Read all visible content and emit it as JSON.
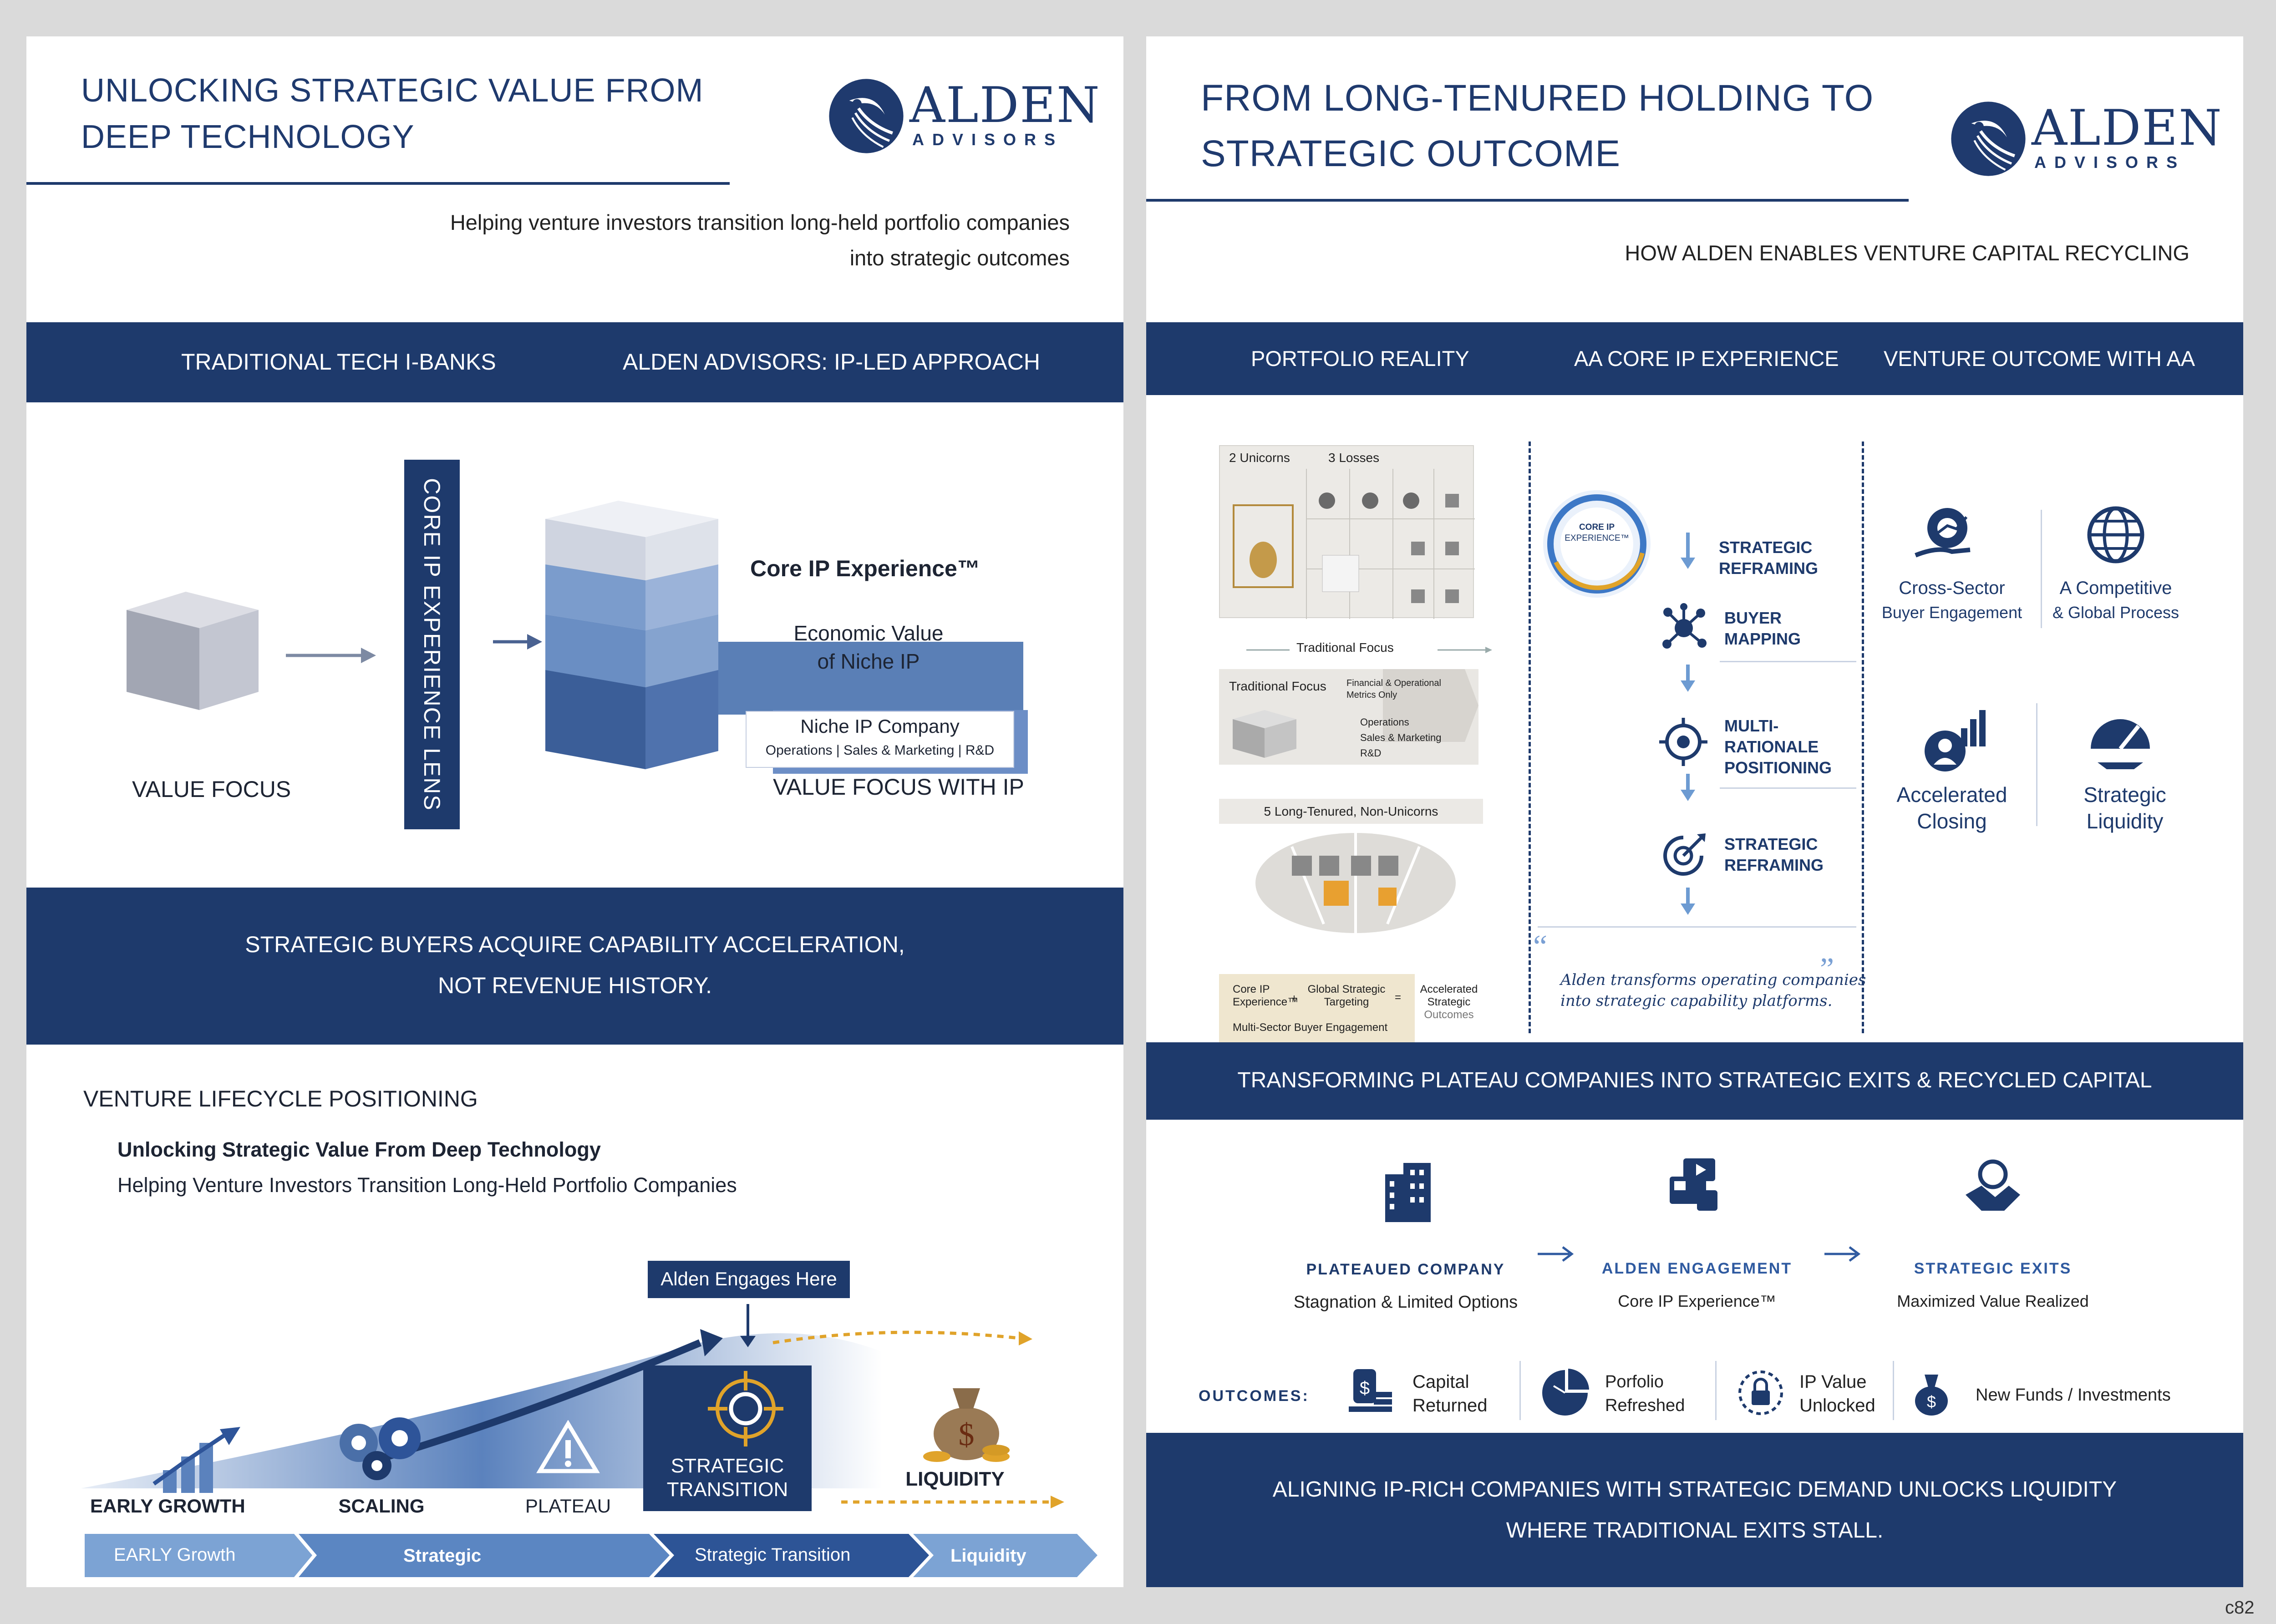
{
  "left_panel": {
    "title": "UNLOCKING STRATEGIC VALUE FROM\nDEEP TECHNOLOGY",
    "logo": {
      "name": "ALDEN",
      "sub": "ADVISORS"
    },
    "subtitle_line1": "Helping venture investors transition long-held portfolio companies",
    "subtitle_line2": "into strategic outcomes",
    "band_col1": "TRADITIONAL TECH I-BANKS",
    "band_col2": "ALDEN ADVISORS: IP-LED APPROACH",
    "value_focus": "VALUE FOCUS",
    "lens": "CORE IP EXPERIENCE LENS",
    "core_ip": "Core IP Experience™",
    "economic_value_1": "Economic Value",
    "economic_value_2": "of Niche IP",
    "niche_company": "Niche IP Company",
    "niche_ops": "Operations | Sales & Marketing | R&D",
    "value_focus_ip": "VALUE FOCUS WITH IP",
    "buyers_line1": "STRATEGIC BUYERS ACQUIRE CAPABILITY ACCELERATION,",
    "buyers_line2": "NOT REVENUE HISTORY.",
    "lifecycle_title": "VENTURE LIFECYCLE POSITIONING",
    "lifecycle_bold": "Unlocking Strategic Value From Deep Technology",
    "lifecycle_sub": "Helping Venture Investors Transition Long-Held Portfolio Companies",
    "engages": "Alden Engages Here",
    "stages": [
      "EARLY GROWTH",
      "SCALING",
      "PLATEAU",
      "STRATEGIC",
      "TRANSITION",
      "LIQUIDITY"
    ],
    "chevrons": [
      "EARLY Growth",
      "Strategic",
      "Strategic Transition",
      "Liquidity"
    ]
  },
  "right_panel": {
    "title": "FROM LONG-TENURED HOLDING TO\nSTRATEGIC OUTCOME",
    "logo": {
      "name": "ALDEN",
      "sub": "ADVISORS"
    },
    "subtitle": "HOW ALDEN ENABLES VENTURE CAPITAL RECYCLING",
    "band_col1": "PORTFOLIO REALITY",
    "band_col2": "AA CORE IP EXPERIENCE",
    "band_col3": "VENTURE OUTCOME WITH AA",
    "portfolio": {
      "unicorns": "2 Unicorns",
      "losses": "3 Losses",
      "traditional_focus": "Traditional Focus",
      "traditional_focus_box": "Traditional Focus",
      "metrics_only_1": "Financial & Operational",
      "metrics_only_2": "Metrics Only",
      "ops": "Operations",
      "sales": "Sales & Marketing",
      "rd": "R&D",
      "long_tenured": "5 Long-Tenured, Non-Unicorns",
      "eq_core_1": "Core IP",
      "eq_core_2": "Experience™",
      "eq_plus": "+",
      "eq_global_1": "Global Strategic",
      "eq_global_2": "Targeting",
      "eq_equals": "=",
      "eq_acc_1": "Accelerated",
      "eq_acc_2": "Strategic",
      "eq_acc_3": "Outcomes",
      "eq_multi": "Multi-Sector Buyer Engagement"
    },
    "core_badge_1": "CORE IP",
    "core_badge_2": "EXPERIENCE™",
    "steps": [
      {
        "l1": "STRATEGIC",
        "l2": "REFRAMING",
        "l3": ""
      },
      {
        "l1": "BUYER",
        "l2": "MAPPING",
        "l3": ""
      },
      {
        "l1": "MULTI-",
        "l2": "RATIONALE",
        "l3": "POSITIONING"
      },
      {
        "l1": "STRATEGIC",
        "l2": "REFRAMING",
        "l3": ""
      }
    ],
    "quote_1": "Alden transforms operating companies",
    "quote_2": "into strategic capability platforms.",
    "outcomes": [
      {
        "l1": "Cross-Sector",
        "l2": "Buyer Engagement"
      },
      {
        "l1": "A Competitive",
        "l2": "& Global Process"
      },
      {
        "l1": "Accelerated",
        "l2": "Closing"
      },
      {
        "l1": "Strategic",
        "l2": "Liquidity"
      }
    ],
    "transform_band": "TRANSFORMING PLATEAU COMPANIES INTO STRATEGIC EXITS & RECYCLED CAPITAL",
    "flow": [
      {
        "title": "PLATEAUED COMPANY",
        "sub": "Stagnation & Limited Options"
      },
      {
        "title": "ALDEN ENGAGEMENT",
        "sub": "Core IP Experience™"
      },
      {
        "title": "STRATEGIC EXITS",
        "sub": "Maximized Value Realized"
      }
    ],
    "outcomes_label": "OUTCOMES:",
    "outcome_items": [
      {
        "l1": "Capital",
        "l2": "Returned"
      },
      {
        "l1": "Porfolio",
        "l2": "Refreshed"
      },
      {
        "l1": "IP Value",
        "l2": "Unlocked"
      },
      {
        "l1": "New Funds / Investments",
        "l2": ""
      }
    ],
    "bottom_line1": "ALIGNING IP-RICH COMPANIES WITH STRATEGIC DEMAND UNLOCKS LIQUIDITY",
    "bottom_line2": "WHERE TRADITIONAL EXITS STALL."
  },
  "corner_code": "c82",
  "colors": {
    "navy": "#1e3a6c",
    "accent_gold": "#e0a32a",
    "light_blue": "#6c93c6"
  }
}
